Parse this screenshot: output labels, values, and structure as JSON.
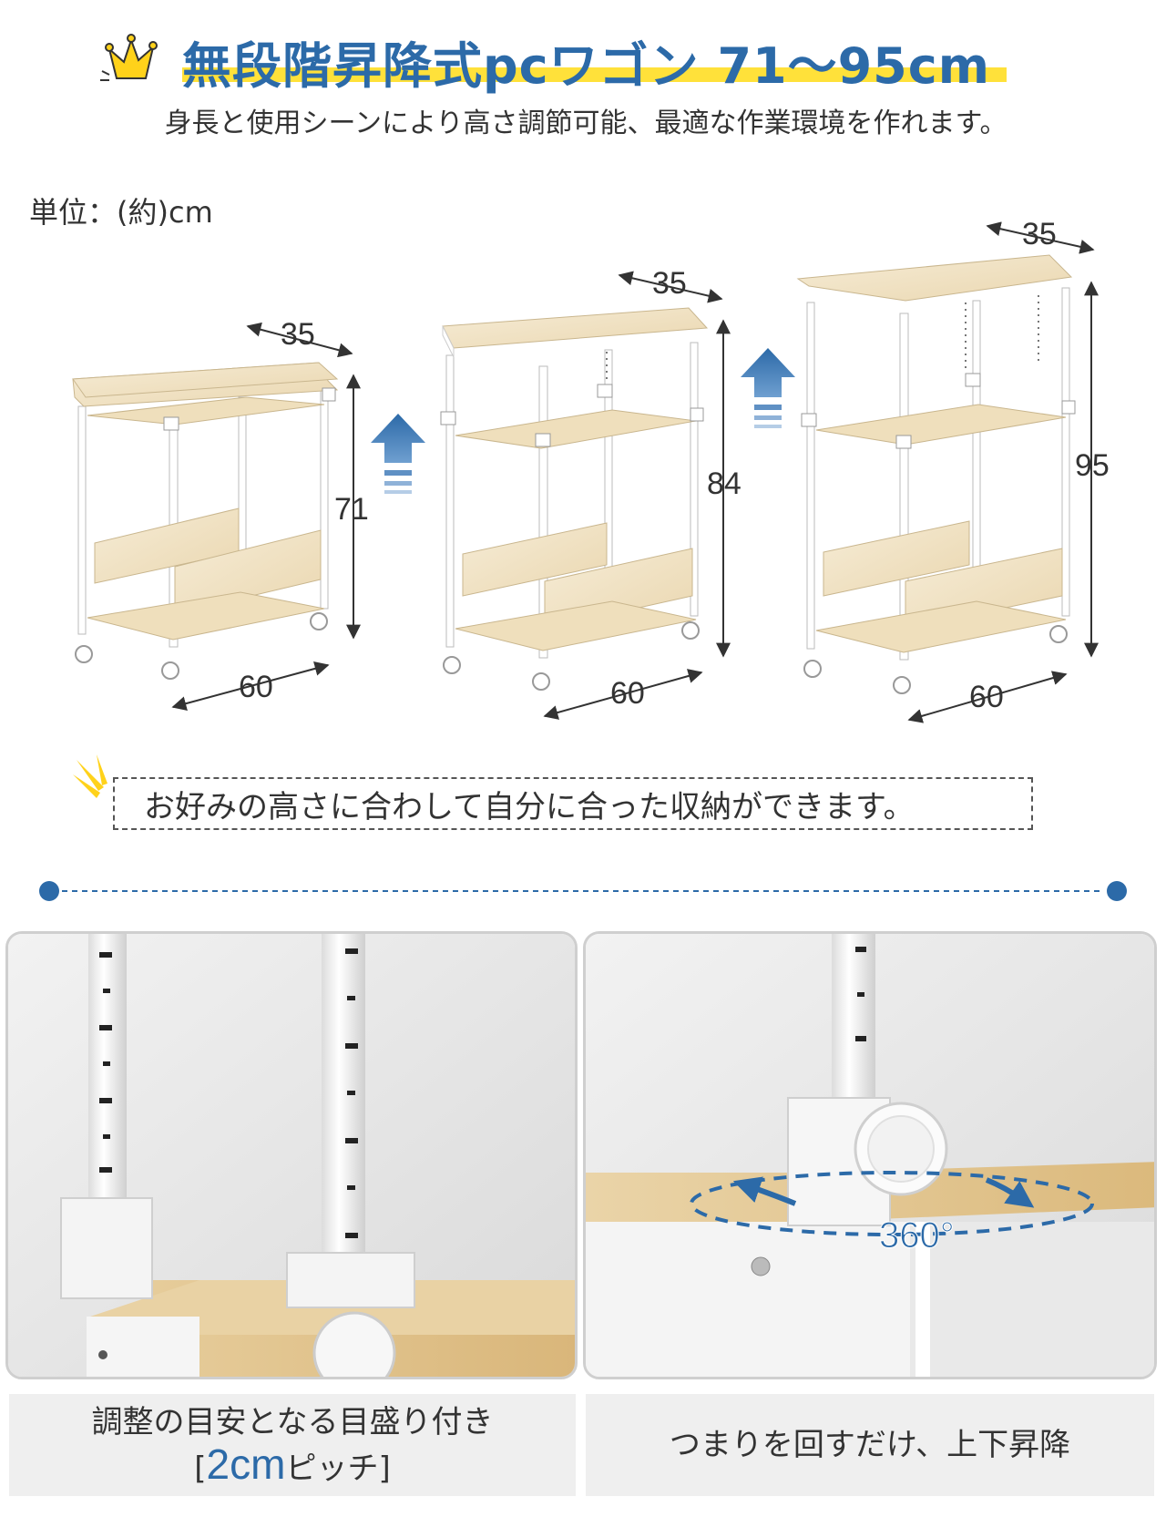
{
  "header": {
    "title": "無段階昇降式pcワゴン 71〜95cm",
    "subtitle": "身長と使用シーンにより高さ調節可能、最適な作業環境を作れます。"
  },
  "unit_label": "単位：(約)cm",
  "products": [
    {
      "depth": "35",
      "height": "71",
      "width": "60"
    },
    {
      "depth": "35",
      "height": "84",
      "width": "60"
    },
    {
      "depth": "35",
      "height": "95",
      "width": "60"
    }
  ],
  "note": "お好みの高さに合わして自分に合った収納ができます。",
  "rotation_label": "360°",
  "captions": {
    "left_line1": "調整の目安となる目盛り付き",
    "left_open": "[",
    "left_pitch_value": "2cm",
    "left_pitch_text": "ピッチ]",
    "right": "つまりを回すだけ、上下昇降"
  },
  "colors": {
    "accent_blue": "#2c6aa8",
    "highlight_yellow": "#ffe13a",
    "wood": "#f1e3c4",
    "frame": "#ffffff"
  }
}
